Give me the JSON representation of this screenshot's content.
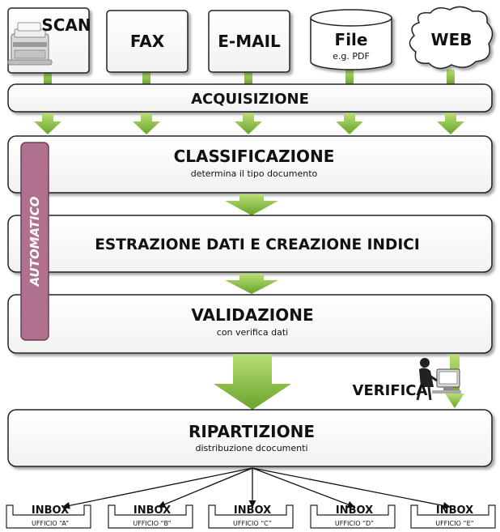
{
  "sources": [
    {
      "label": "SCAN",
      "sublabel": ""
    },
    {
      "label": "FAX",
      "sublabel": ""
    },
    {
      "label": "E-MAIL",
      "sublabel": ""
    },
    {
      "label": "File",
      "sublabel": "e.g. PDF"
    },
    {
      "label": "WEB",
      "sublabel": ""
    }
  ],
  "stages": {
    "acquisizione": {
      "title": "ACQUISIZIONE",
      "subtitle": ""
    },
    "classificazione": {
      "title": "CLASSIFICAZIONE",
      "subtitle": "determina il tipo documento"
    },
    "estrazione": {
      "title": "ESTRAZIONE DATI E CREAZIONE INDICI",
      "subtitle": ""
    },
    "validazione": {
      "title": "VALIDAZIONE",
      "subtitle": "con verifica dati"
    },
    "ripartizione": {
      "title": "RIPARTIZIONE",
      "subtitle": "distribuzione dcocumenti"
    }
  },
  "automatico_label": "AUTOMATICO",
  "verifica_label": "VERIFICA",
  "inboxes": [
    {
      "label": "INBOX",
      "office": "UFFICIO “A”"
    },
    {
      "label": "INBOX",
      "office": "UFFICIO “B”"
    },
    {
      "label": "INBOX",
      "office": "UFFICIO “C”"
    },
    {
      "label": "INBOX",
      "office": "UFFICIO “D”"
    },
    {
      "label": "INBOX",
      "office": "UFFICIO “E”"
    }
  ],
  "colors": {
    "arrow_green": "#8cc63f",
    "arrow_green_dark": "#6aa22a",
    "automatico_purple": "#b0718f",
    "box_stroke": "#222222"
  }
}
